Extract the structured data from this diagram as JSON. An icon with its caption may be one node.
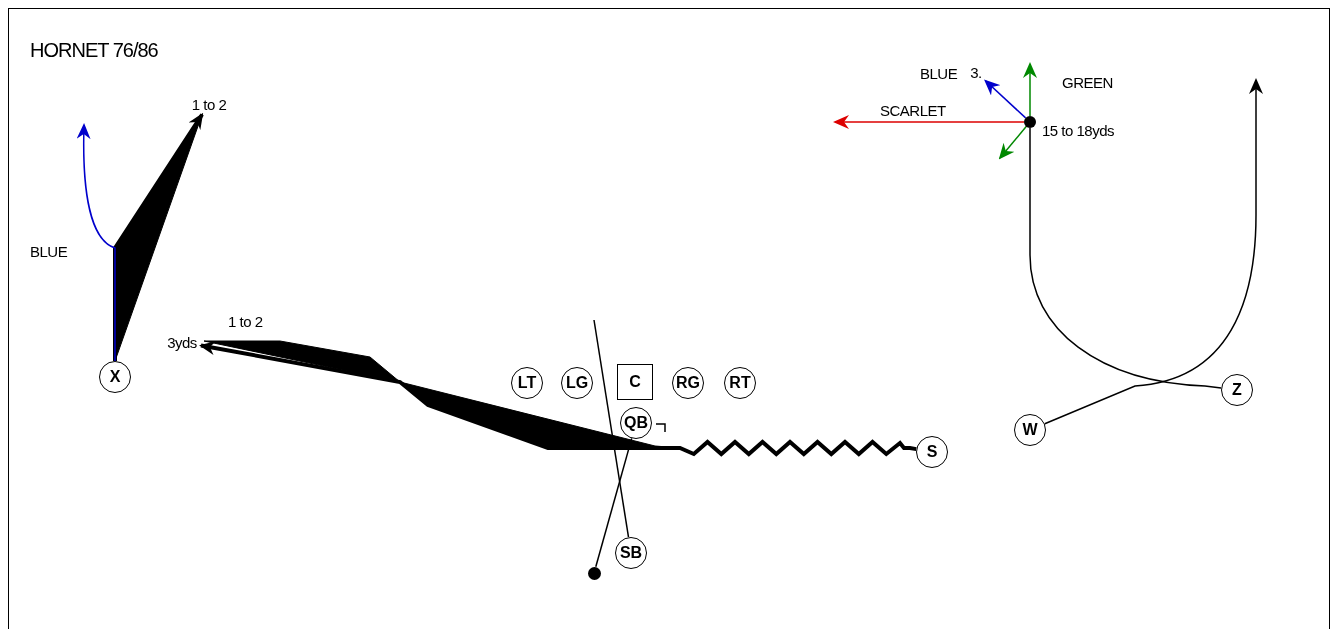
{
  "diagram": {
    "title": "HORNET 76/86",
    "nodes": [
      {
        "text": [],
        "shape": "circle",
        "beside": [
          "15 to 18yds"
        ]
      },
      {
        "text": [
          "X"
        ]
      },
      {
        "text": [
          "LT"
        ]
      },
      {
        "text": [
          "LG"
        ]
      },
      {
        "text": [
          "C"
        ]
      },
      {
        "text": [
          "RG"
        ]
      },
      {
        "text": [
          "RT"
        ]
      },
      {
        "text": [
          "Z"
        ]
      },
      {
        "text": [
          "QB"
        ]
      },
      {
        "text": [
          "W"
        ]
      },
      {
        "text": [
          "S"
        ]
      },
      {
        "text": [
          "SB"
        ]
      },
      {
        "text": [],
        "shape": "circle"
      },
      {
        "text": [
          "1 to 2"
        ]
      },
      {
        "text": [
          "3yds"
        ]
      },
      {
        "text": [
          "3."
        ]
      }
    ],
    "edges": [
      {
        "from": 1,
        "to": 13,
        "arrow": "to",
        "style": "thick"
      },
      {
        "from": 1,
        "to": null,
        "arrow": "to",
        "color": "#0000cc"
      },
      {
        "from": 10,
        "to": 14,
        "arrow": "to",
        "style": "thick"
      },
      {
        "from": 11,
        "to": null,
        "arrow": "none"
      },
      {
        "from": 12,
        "to": 8,
        "arrow": "none"
      },
      {
        "from": 7,
        "to": 0,
        "arrow": "none"
      },
      {
        "from": 0,
        "to": null,
        "arrow": "to",
        "color": "#dd0000"
      },
      {
        "from": 0,
        "to": 15,
        "arrow": "to",
        "color": "#0000cc"
      },
      {
        "from": 0,
        "to": null,
        "arrow": "to",
        "color": "#008800"
      },
      {
        "from": 0,
        "to": null,
        "arrow": "to",
        "color": "#008800"
      },
      {
        "from": 9,
        "to": null,
        "arrow": "to"
      }
    ],
    "labels": [
      "BLUE",
      "GREEN",
      "SCARLET",
      "BLUE",
      "1 to 2"
    ]
  }
}
